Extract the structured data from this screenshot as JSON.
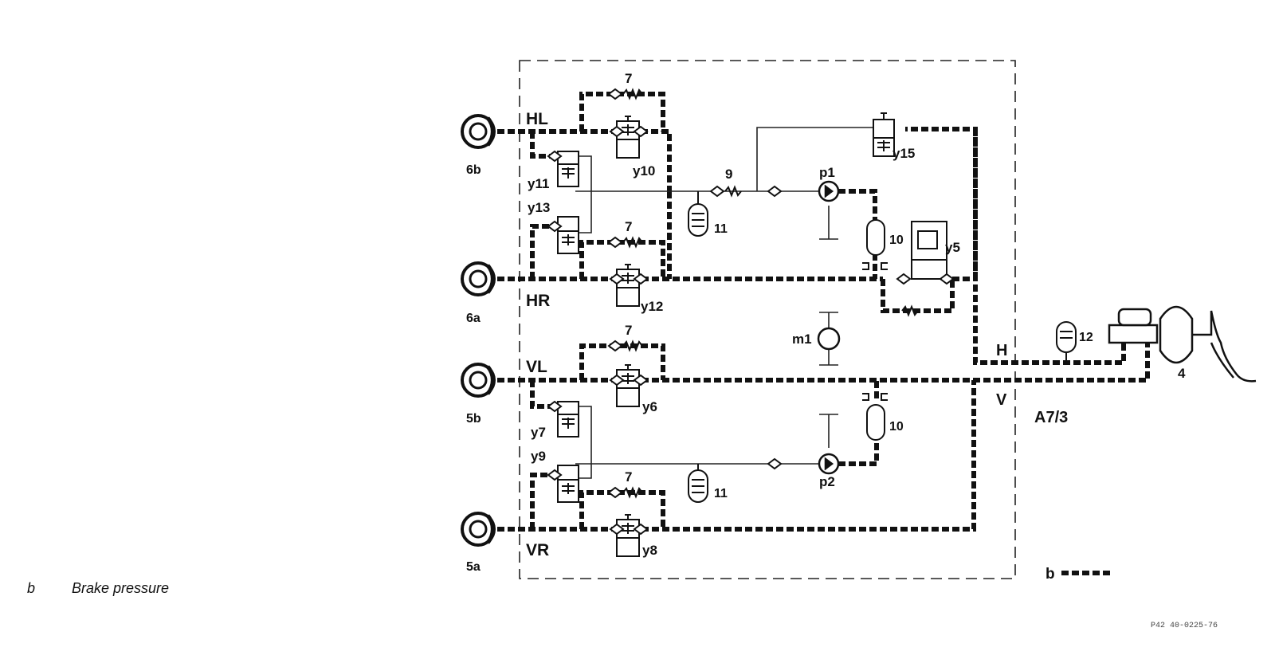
{
  "labels": {
    "HL": "HL",
    "HR": "HR",
    "VL": "VL",
    "VR": "VR",
    "w6b": "6b",
    "w6a": "6a",
    "w5b": "5b",
    "w5a": "5a",
    "y10": "y10",
    "y11": "y11",
    "y13": "y13",
    "y12": "y12",
    "y6": "y6",
    "y7": "y7",
    "y9": "y9",
    "y8": "y8",
    "y15": "y15",
    "y5": "y5",
    "n7a": "7",
    "n7b": "7",
    "n7c": "7",
    "n7d": "7",
    "n9": "9",
    "n11a": "11",
    "n11b": "11",
    "n10a": "10",
    "n10b": "10",
    "n12": "12",
    "n4": "4",
    "p1": "p1",
    "p2": "p2",
    "m1": "m1",
    "H": "H",
    "V": "V",
    "A73": "A7/3",
    "b": "b"
  },
  "legend": {
    "key": "b",
    "text": "Brake pressure"
  },
  "figure_code": "P42 40-0225-76"
}
